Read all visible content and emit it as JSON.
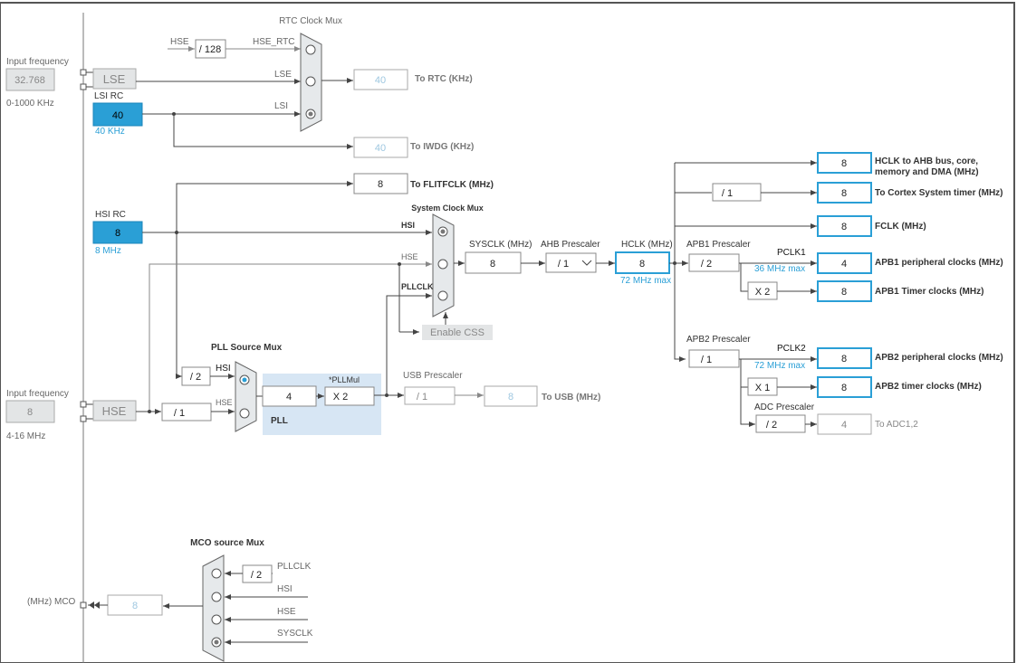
{
  "rtc_mux": {
    "title": "RTC Clock Mux",
    "hse_label": "HSE",
    "div": "/ 128",
    "hse_rtc": "HSE_RTC",
    "lse": "LSE",
    "lsi": "LSI",
    "out_value": "40",
    "out_label": "To RTC (KHz)"
  },
  "lse": {
    "input_title": "Input frequency",
    "input_value": "32.768",
    "range": "0-1000 KHz",
    "box": "LSE"
  },
  "lsi": {
    "title": "LSI RC",
    "value": "40",
    "sub": "40 KHz"
  },
  "iwdg": {
    "value": "40",
    "label": "To IWDG (KHz)"
  },
  "flitf": {
    "value": "8",
    "label": "To FLITFCLK (MHz)"
  },
  "hsi": {
    "title": "HSI RC",
    "value": "8",
    "sub": "8 MHz"
  },
  "sys_mux": {
    "title": "System Clock Mux",
    "hsi": "HSI",
    "hse": "HSE",
    "pllclk": "PLLCLK",
    "css": "Enable CSS"
  },
  "sysclk": {
    "label": "SYSCLK (MHz)",
    "value": "8"
  },
  "ahb": {
    "label": "AHB Prescaler",
    "value": "/ 1"
  },
  "hclk": {
    "label": "HCLK (MHz)",
    "value": "8",
    "max": "72 MHz max"
  },
  "apb1": {
    "label": "APB1 Prescaler",
    "value": "/ 2",
    "pclk": "PCLK1",
    "max": "36 MHz max",
    "timer_mul": "X 2"
  },
  "apb2": {
    "label": "APB2 Prescaler",
    "value": "/ 1",
    "pclk": "PCLK2",
    "max": "72 MHz max",
    "timer_mul": "X 1"
  },
  "adc": {
    "label": "ADC Prescaler",
    "value": "/ 2",
    "out": "4",
    "out_label": "To ADC1,2"
  },
  "outputs": {
    "hclk_ahb": {
      "value": "8",
      "label1": "HCLK to AHB bus, core,",
      "label2": "memory and DMA (MHz)"
    },
    "cortex": {
      "div": "/ 1",
      "value": "8",
      "label": "To Cortex System timer (MHz)"
    },
    "fclk": {
      "value": "8",
      "label": "FCLK (MHz)"
    },
    "apb1_periph": {
      "value": "4",
      "label": "APB1 peripheral clocks (MHz)"
    },
    "apb1_timer": {
      "value": "8",
      "label": "APB1 Timer clocks (MHz)"
    },
    "apb2_periph": {
      "value": "8",
      "label": "APB2 peripheral clocks (MHz)"
    },
    "apb2_timer": {
      "value": "8",
      "label": "APB2 timer clocks (MHz)"
    }
  },
  "pll": {
    "src_title": "PLL Source Mux",
    "hsi_div": "/ 2",
    "hsi": "HSI",
    "hse": "HSE",
    "hse_div": "/ 1",
    "value": "4",
    "mul_title": "*PLLMul",
    "mul": "X 2",
    "name": "PLL"
  },
  "usb": {
    "label": "USB Prescaler",
    "value": "/ 1",
    "out": "8",
    "out_label": "To USB (MHz)"
  },
  "hse": {
    "input_title": "Input frequency",
    "input_value": "8",
    "range": "4-16 MHz",
    "box": "HSE"
  },
  "mco": {
    "title": "MCO source Mux",
    "div": "/ 2",
    "pllclk": "PLLCLK",
    "hsi": "HSI",
    "hse": "HSE",
    "sysclk": "SYSCLK",
    "value": "8",
    "label": "(MHz) MCO"
  }
}
